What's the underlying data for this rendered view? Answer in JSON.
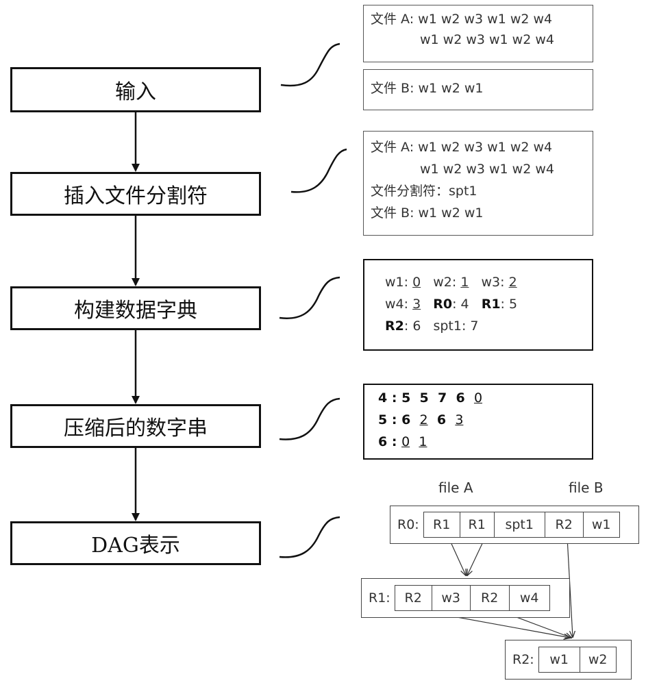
{
  "steps": [
    "输入",
    "插入文件分割符",
    "构建数据字典",
    "压缩后的数字串",
    "DAG表示"
  ],
  "input_box_a": {
    "label": "文件 A: ",
    "line1": "w1 w2 w3 w1 w2 w4",
    "line2": "w1 w2 w3 w1 w2 w4"
  },
  "input_box_b": {
    "line": "文件 B: w1 w2 w1"
  },
  "separator_box": {
    "line1": "文件 A: w1 w2 w3 w1 w2 w4",
    "line2": "w1 w2 w3 w1 w2 w4",
    "line3": "文件分割符：spt1",
    "line4": "文件 B: w1 w2 w1"
  },
  "dictionary": [
    {
      "key": "w1",
      "value": "0"
    },
    {
      "key": "w2",
      "value": "1"
    },
    {
      "key": "w3",
      "value": "2"
    },
    {
      "key": "w4",
      "value": "3"
    },
    {
      "key": "R0",
      "value": "4"
    },
    {
      "key": "R1",
      "value": "5"
    },
    {
      "key": "R2",
      "value": "6"
    },
    {
      "key": "spt1",
      "value": "7"
    }
  ],
  "compressed": [
    {
      "head": "4",
      "symbols": [
        "5",
        "5",
        "7",
        "6"
      ],
      "terminals": [
        "0"
      ]
    },
    {
      "head": "5",
      "symbols": [
        "6"
      ],
      "terminals": [
        "2"
      ],
      "symbols2": [
        "6"
      ],
      "terminals2": [
        "3"
      ]
    },
    {
      "head": "6",
      "terminals": [
        "0",
        "1"
      ]
    }
  ],
  "dag": {
    "file_a_label": "file A",
    "file_b_label": "file B",
    "r0": {
      "label": "R0:",
      "cells": [
        "R1",
        "R1",
        "spt1",
        "R2",
        "w1"
      ]
    },
    "r1": {
      "label": "R1:",
      "cells": [
        "R2",
        "w3",
        "R2",
        "w4"
      ]
    },
    "r2": {
      "label": "R2:",
      "cells": [
        "w1",
        "w2"
      ]
    }
  }
}
